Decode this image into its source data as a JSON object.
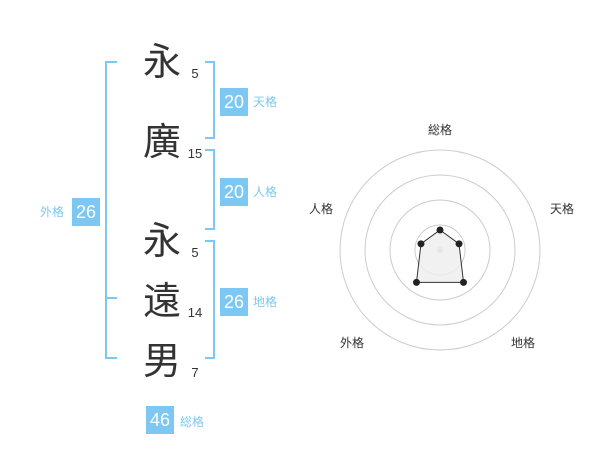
{
  "name_chars": [
    {
      "char": "永",
      "strokes": "5"
    },
    {
      "char": "廣",
      "strokes": "15"
    },
    {
      "char": "永",
      "strokes": "5"
    },
    {
      "char": "遠",
      "strokes": "14"
    },
    {
      "char": "男",
      "strokes": "7"
    }
  ],
  "fortunes": {
    "tenkaku": {
      "value": "20",
      "label": "天格"
    },
    "jinkaku": {
      "value": "20",
      "label": "人格"
    },
    "chikaku": {
      "value": "26",
      "label": "地格"
    },
    "gaikaku": {
      "value": "26",
      "label": "外格"
    },
    "soukaku": {
      "value": "46",
      "label": "総格"
    }
  },
  "radar": {
    "axes": [
      "総格",
      "天格",
      "地格",
      "外格",
      "人格"
    ],
    "levels": 4,
    "values": [
      1,
      1,
      2,
      2,
      1
    ],
    "max": 5
  },
  "colors": {
    "accent": "#7dc8f2",
    "text": "#333333",
    "grid": "#cccccc",
    "polygon_fill": "#eeeeee",
    "polygon_stroke": "#333333"
  }
}
